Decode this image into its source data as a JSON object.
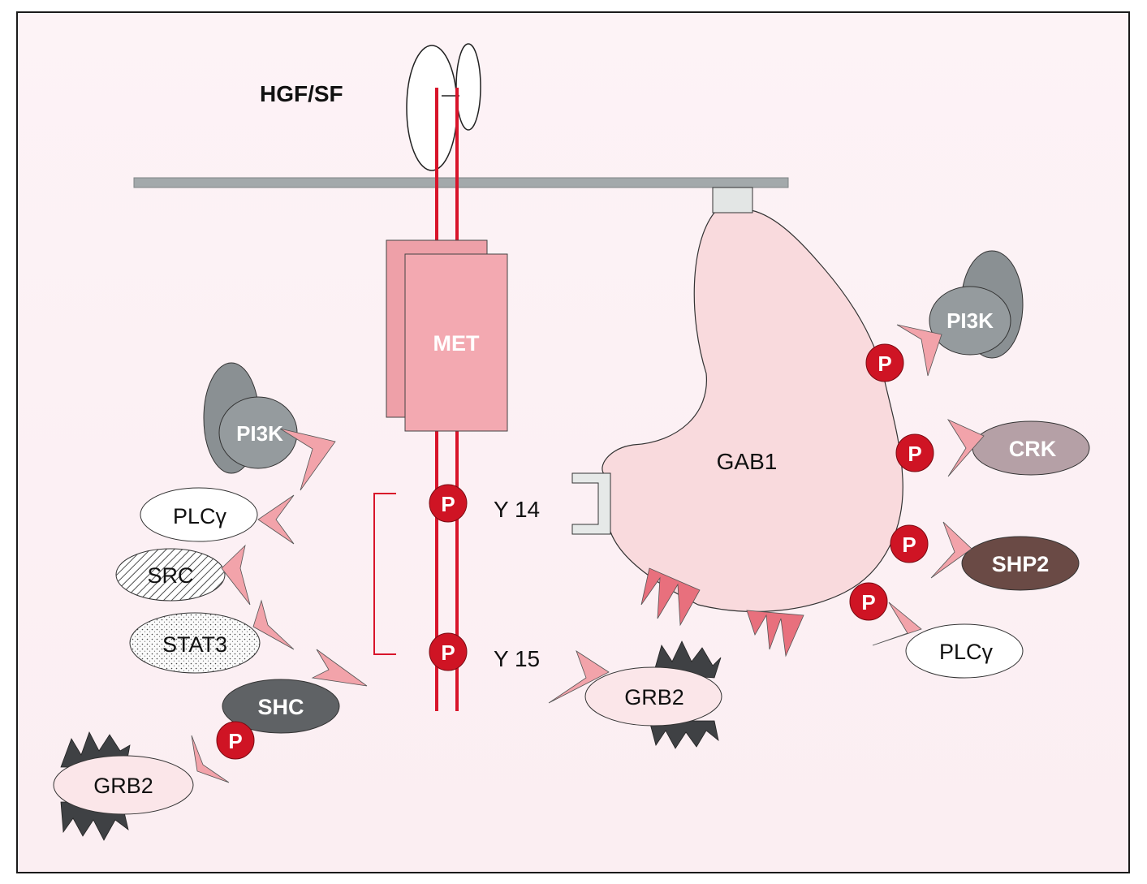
{
  "labels": {
    "ligand": "HGF/SF",
    "receptor": "MET",
    "docking": "GAB1",
    "y14": "Y 14",
    "y15": "Y 15",
    "phospho": "P"
  },
  "met_partners": [
    {
      "name": "PI3K"
    },
    {
      "name": "PLCγ"
    },
    {
      "name": "SRC"
    },
    {
      "name": "STAT3"
    },
    {
      "name": "SHC"
    },
    {
      "name": "GRB2"
    }
  ],
  "grb2_direct": {
    "name": "GRB2"
  },
  "gab1_partners": [
    {
      "name": "PI3K"
    },
    {
      "name": "CRK"
    },
    {
      "name": "SHP2"
    },
    {
      "name": "PLCγ"
    }
  ],
  "colors": {
    "membrane": "#a3a9ab",
    "receptor_line": "#d8142a",
    "met_box": "#f0a8b0",
    "gab1": "#f8d8dc",
    "phospho": "#cf1424",
    "pi3k": "#8f9598",
    "crk": "#b7a0a6",
    "shp2": "#6a4a45",
    "shc": "#5f6265",
    "sh2_pink": "#f2a3aa",
    "sh3_dark": "#3f4144"
  }
}
